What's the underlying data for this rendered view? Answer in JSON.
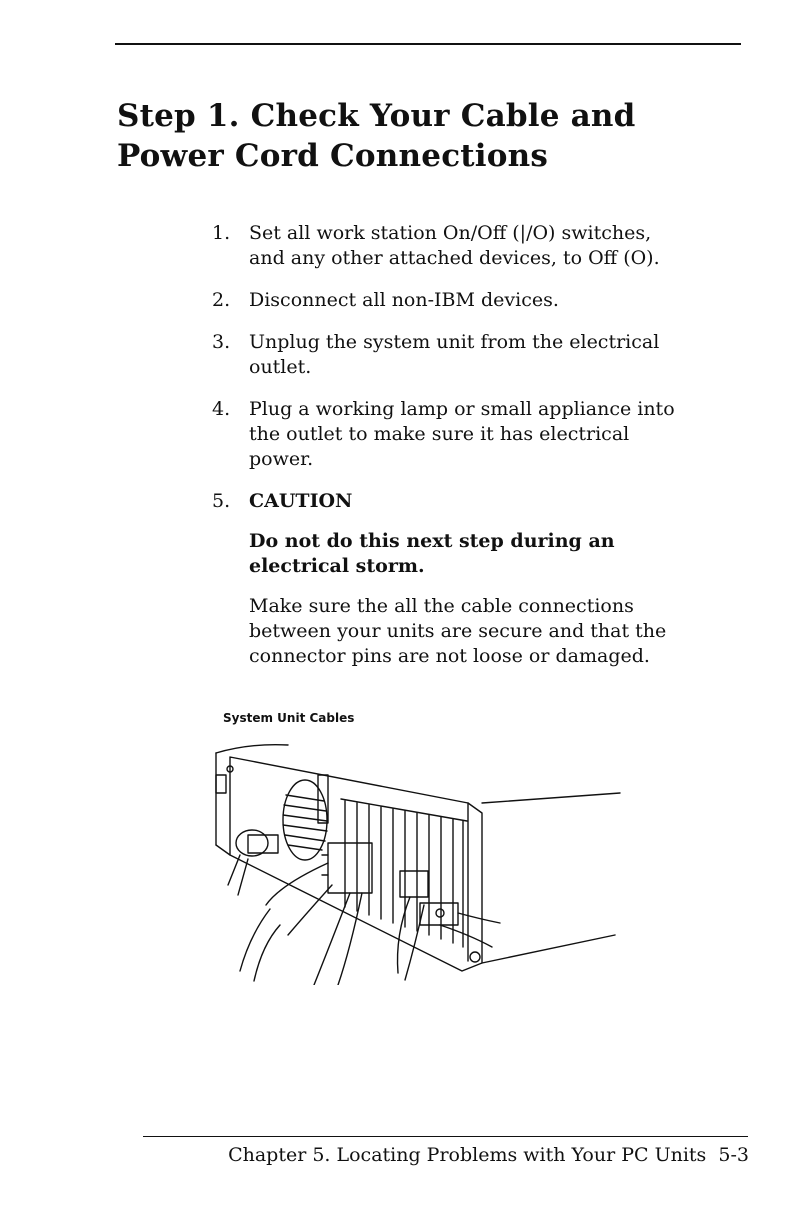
{
  "heading": {
    "line1": "Step 1.  Check Your Cable and",
    "line2": "Power Cord Connections"
  },
  "steps": [
    {
      "num": "1.",
      "lines": [
        "Set all work station On/Off (|/O) switches,",
        "and any other attached devices, to Off (O)."
      ]
    },
    {
      "num": "2.",
      "lines": [
        "Disconnect all non-IBM devices."
      ]
    },
    {
      "num": "3.",
      "lines": [
        "Unplug the system unit from the electrical",
        "outlet."
      ]
    },
    {
      "num": "4.",
      "lines": [
        "Plug a working lamp or small appliance into",
        "the outlet to make sure it has electrical",
        "power."
      ]
    },
    {
      "num": "5.",
      "caution_title": "CAUTION",
      "caution_text": [
        "Do not do this next step during an",
        "electrical storm."
      ],
      "lines": [
        "Make sure the all the cable connections",
        "between your units are secure and that the",
        "connector pins are not loose or damaged."
      ]
    }
  ],
  "figure": {
    "caption": "System Unit Cables"
  },
  "footer": {
    "chapter": "Chapter 5. Locating Problems with Your PC Units",
    "page": "5-3"
  }
}
